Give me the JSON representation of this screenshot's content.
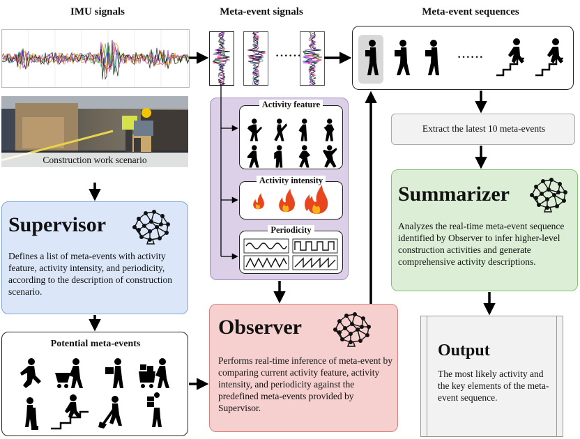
{
  "headers": {
    "imu": "IMU signals",
    "meta_signals": "Meta-event signals",
    "meta_sequences": "Meta-event sequences"
  },
  "scenario": {
    "caption": "Construction work scenario"
  },
  "supervisor": {
    "title": "Supervisor",
    "text": "Defines a list of meta-events with activity feature, activity intensity, and periodicity, according to the description of construction scenario."
  },
  "potential": {
    "title": "Potential meta-events"
  },
  "features": {
    "activity_feature": "Activity feature",
    "activity_intensity": "Activity intensity",
    "periodicity": "Periodicity"
  },
  "observer": {
    "title": "Observer",
    "text": "Performs real-time inference of meta-event by comparing current activity feature, activity intensity, and periodicity against the predefined meta-events provided by Supervisor."
  },
  "extract": {
    "label": "Extract the latest 10 meta-events"
  },
  "summarizer": {
    "title": "Summarizer",
    "text": "Analyzes the real-time meta-event sequence identified by Observer to infer higher-level construction activities and generate comprehensive activity descriptions."
  },
  "output": {
    "title": "Output",
    "text": "The most likely activity and the key elements of the meta-event sequence."
  },
  "icons": {
    "brain": "neural-network-brain-icon",
    "fire": "fire-icon",
    "figure": "person-pictogram-icon"
  },
  "colors": {
    "supervisor_bg": "#dbe7f8",
    "supervisor_border": "#7ea6d8",
    "observer_bg": "#f6cfcf",
    "observer_border": "#d88080",
    "summarizer_bg": "#dcefd6",
    "summarizer_border": "#86bf78",
    "feature_bg": "#dcd0e8",
    "feature_border": "#a58ec4",
    "extract_bg": "#f2f2f2",
    "output_bg": "#f2f2f2"
  }
}
